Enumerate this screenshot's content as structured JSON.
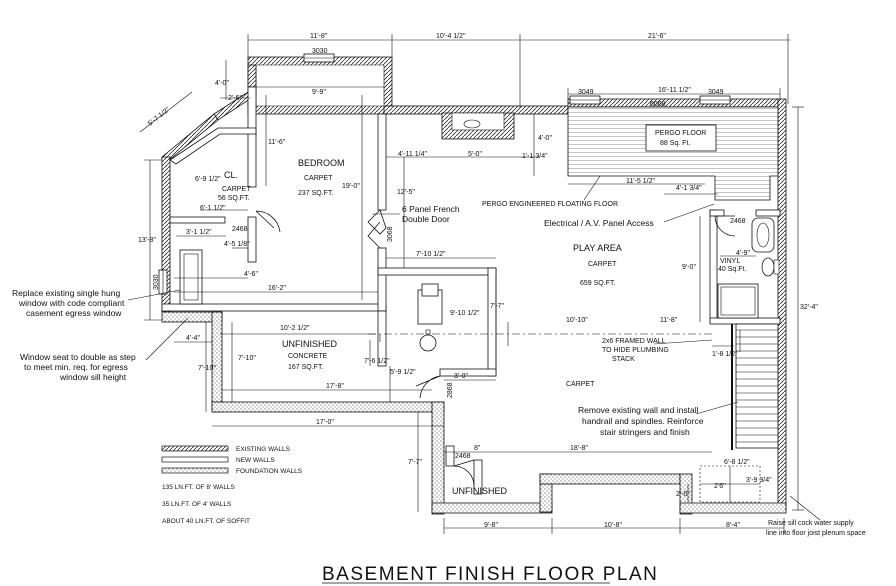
{
  "title": "BASEMENT FINISH FLOOR PLAN",
  "rooms": {
    "bedroom": {
      "name": "BEDROOM",
      "finish": "CARPET",
      "area": "237 SQ.FT."
    },
    "closet": {
      "name": "CL.",
      "finish": "CARPET",
      "area": "56 SQ.FT."
    },
    "play_area": {
      "name": "PLAY AREA",
      "finish": "CARPET",
      "area": "659 SQ.FT."
    },
    "unfinished_concrete": {
      "name": "UNFINISHED",
      "finish": "CONCRETE",
      "area": "167 SQ.FT."
    },
    "unfinished_small": {
      "name": "UNFINISHED"
    },
    "bath": {
      "finish": "VINYL",
      "area": "40 Sq.Ft."
    },
    "pergo": {
      "name": "PERGO FLOOR",
      "area": "88 Sq. Ft."
    },
    "lower_carpet": "CARPET"
  },
  "notes": {
    "egress_1": "Replace existing single hung",
    "egress_2": "window with code compliant",
    "egress_3": "casement egress window",
    "seat_1": "Window seat to double as step",
    "seat_2": "to meet min. req. for egress",
    "seat_3": "window sill height",
    "door_1": "6 Panel French",
    "door_2": "Double Door",
    "pergo_floor": "PERGO ENGINEERED FLOATING FLOOR",
    "panel": "Electrical / A.V. Panel Access",
    "wall_1": "2x6 FRAMED WALL",
    "wall_2": "TO HIDE PLUMBING",
    "wall_3": "STACK",
    "stair_1": "Remove existing wall and install",
    "stair_2": "handrail and spindles.  Reinforce",
    "stair_3": "stair stringers and finish",
    "sill_1": "Raise sill cock water supply",
    "sill_2": "line into floor joist plenum space"
  },
  "legend": {
    "existing": "EXISTING WALLS",
    "new": "NEW WALLS",
    "foundation": "FOUNDATION WALLS",
    "ln8": "135 LN.FT. OF 8' WALLS",
    "ln4": "35 LN.FT. OF 4' WALLS",
    "soffit": "ABOUT 40 LN.FT. OF SOFFIT"
  },
  "openings": {
    "w_top_bed": "3030",
    "w_top_1": "3049",
    "w_top_2": "6068",
    "w_top_3": "3049",
    "d_closet": "2468",
    "d_bath": "2468",
    "d_bed": "3068",
    "d_unf": "2868",
    "d_low": "2468",
    "w_left": "3030"
  },
  "dims": {
    "top_1": "11'-8\"",
    "top_2": "10'-4 1/2\"",
    "top_3": "21'-6\"",
    "pergo_w": "16'-11 1/2\"",
    "a_4_0": "4'-0\"",
    "a_2_6": "2'-6\"",
    "a_5_7": "5'-7 1/2\"",
    "bed_w": "9'-9\"",
    "bed_d": "11'-6\"",
    "bed_h": "19'-0\"",
    "cl_1": "6'-9 1/2\"",
    "cl_2": "6'-1 1/2\"",
    "cl_3": "3'-1 1/2\"",
    "cl_4": "4'-5 1/8\"",
    "left_h": "13'-8\"",
    "a_4_6": "4'-6\"",
    "a_16_2": "16'-2\"",
    "a_4_11": "4'-11 1/4\"",
    "a_5_0": "5'-0\"",
    "a_1_1": "1'-1 3/4\"",
    "a_4_0b": "4'-0\"",
    "a_12_5": "12'-5\"",
    "a_11_5": "11'-5 1/2\"",
    "a_4_1": "4'-1 3/4\"",
    "a_7_10": "7'-10 1/2\"",
    "a_9_10": "9'-10 1/2\"",
    "a_7_7": "7'-7\"",
    "a_9_0": "9'-0\"",
    "a_4_9": "4'-9\"",
    "a_10_2": "10'-2 1/2\"",
    "a_10_10": "10'-10\"",
    "a_11_8": "11'-8\"",
    "a_4_4": "4'-4\"",
    "a_7_10b": "7'-10\"",
    "a_7_10c": "7'-10\"",
    "a_7_6": "7'-6 1/2\"",
    "a_5_9": "5'-9 1/2\"",
    "a_3_0": "3'-0\"",
    "a_17_8": "17'-8\"",
    "a_17_0": "17'-0\"",
    "a_1_8": "1'-8 1/2\"",
    "a_32_4": "32'-4\"",
    "a_7_7b": "7'-7\"",
    "a_8": "8\"",
    "a_18_8": "18'-8\"",
    "a_6_8": "6'-8 1/2\"",
    "a_3_9": "3'-9 3/4\"",
    "a_2_0": "2'-0\"",
    "a_2_6b": "2'6\"",
    "a_9_8": "9'-8\"",
    "a_10_8": "10'-8\"",
    "a_8_4": "8'-4\""
  }
}
